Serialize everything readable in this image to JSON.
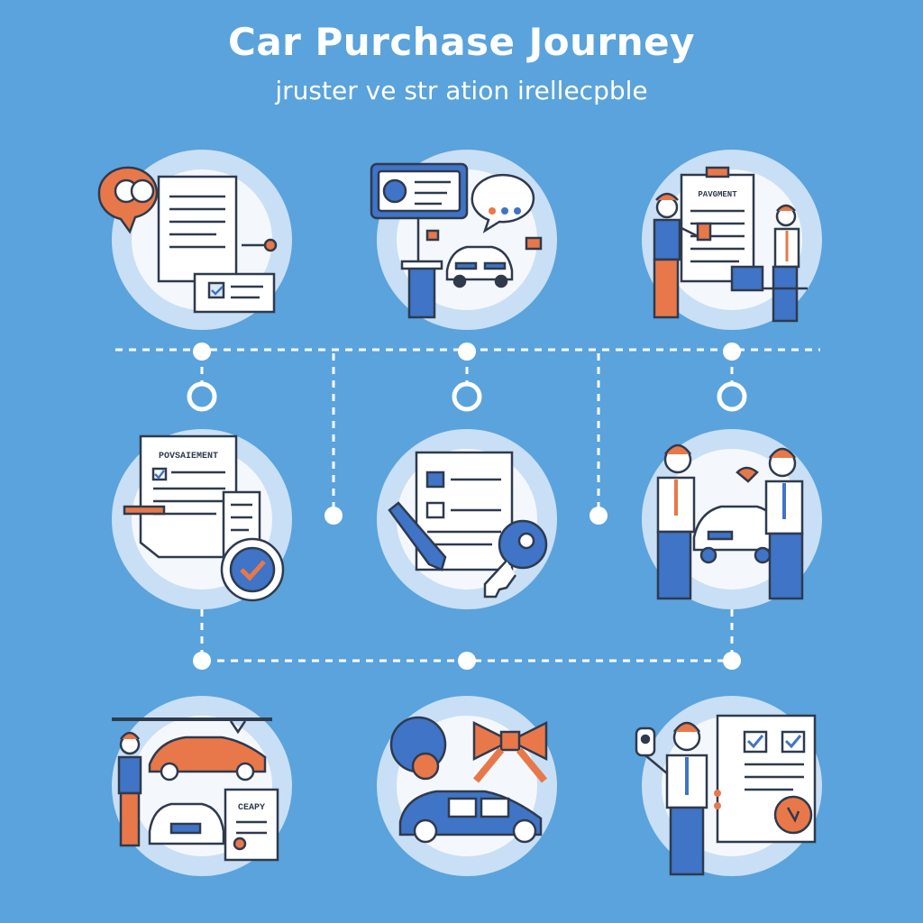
{
  "header": {
    "title": "Car Purchase Journey",
    "subtitle": "jruster ve str ation irellecpble"
  },
  "colors": {
    "background": "#5aa3dc",
    "circle_outer": "#c9dff5",
    "circle_inner": "#f4f8fd",
    "accent_orange": "#e8784a",
    "accent_blue": "#3f74c6",
    "line_dark": "#2f3a4d",
    "connector": "#ffffff"
  },
  "steps": [
    {
      "icon": "consultation-documents-icon",
      "label": ""
    },
    {
      "icon": "kiosk-car-chat-icon",
      "label": ""
    },
    {
      "icon": "payment-presentation-icon",
      "label": "PAVGMENT"
    },
    {
      "icon": "agreement-approval-icon",
      "label": "POVSAIEMENT"
    },
    {
      "icon": "contract-key-icon",
      "label": ""
    },
    {
      "icon": "handover-handshake-icon",
      "label": ""
    },
    {
      "icon": "showroom-selection-icon",
      "label": "CEAPY"
    },
    {
      "icon": "gift-car-bow-icon",
      "label": ""
    },
    {
      "icon": "delivery-checklist-icon",
      "label": ""
    }
  ]
}
